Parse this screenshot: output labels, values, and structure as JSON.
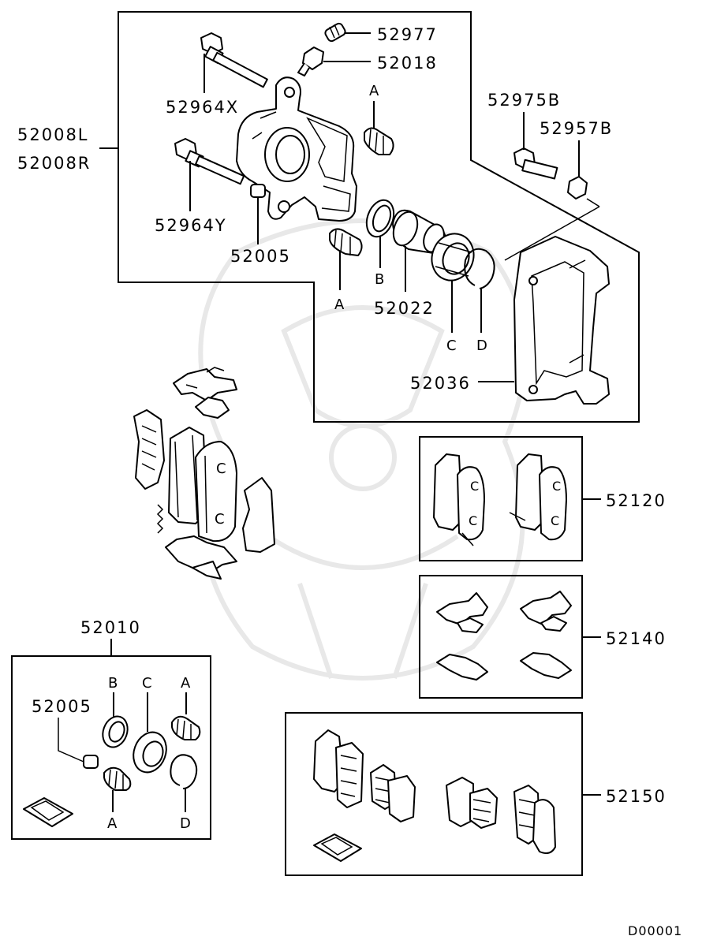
{
  "callouts": {
    "p52977": "52977",
    "p52018": "52018",
    "p52964X": "52964X",
    "p52008L": "52008L",
    "p52008R": "52008R",
    "p52964Y": "52964Y",
    "p52005": "52005",
    "p52975B": "52975B",
    "p52957B": "52957B",
    "p52022": "52022",
    "p52036": "52036",
    "p52120": "52120",
    "p52140": "52140",
    "p52010": "52010",
    "p52005kit": "52005",
    "p52150": "52150"
  },
  "refs": {
    "A": "A",
    "B": "B",
    "C": "C",
    "D": "D"
  },
  "footer": {
    "code": "D00001"
  }
}
